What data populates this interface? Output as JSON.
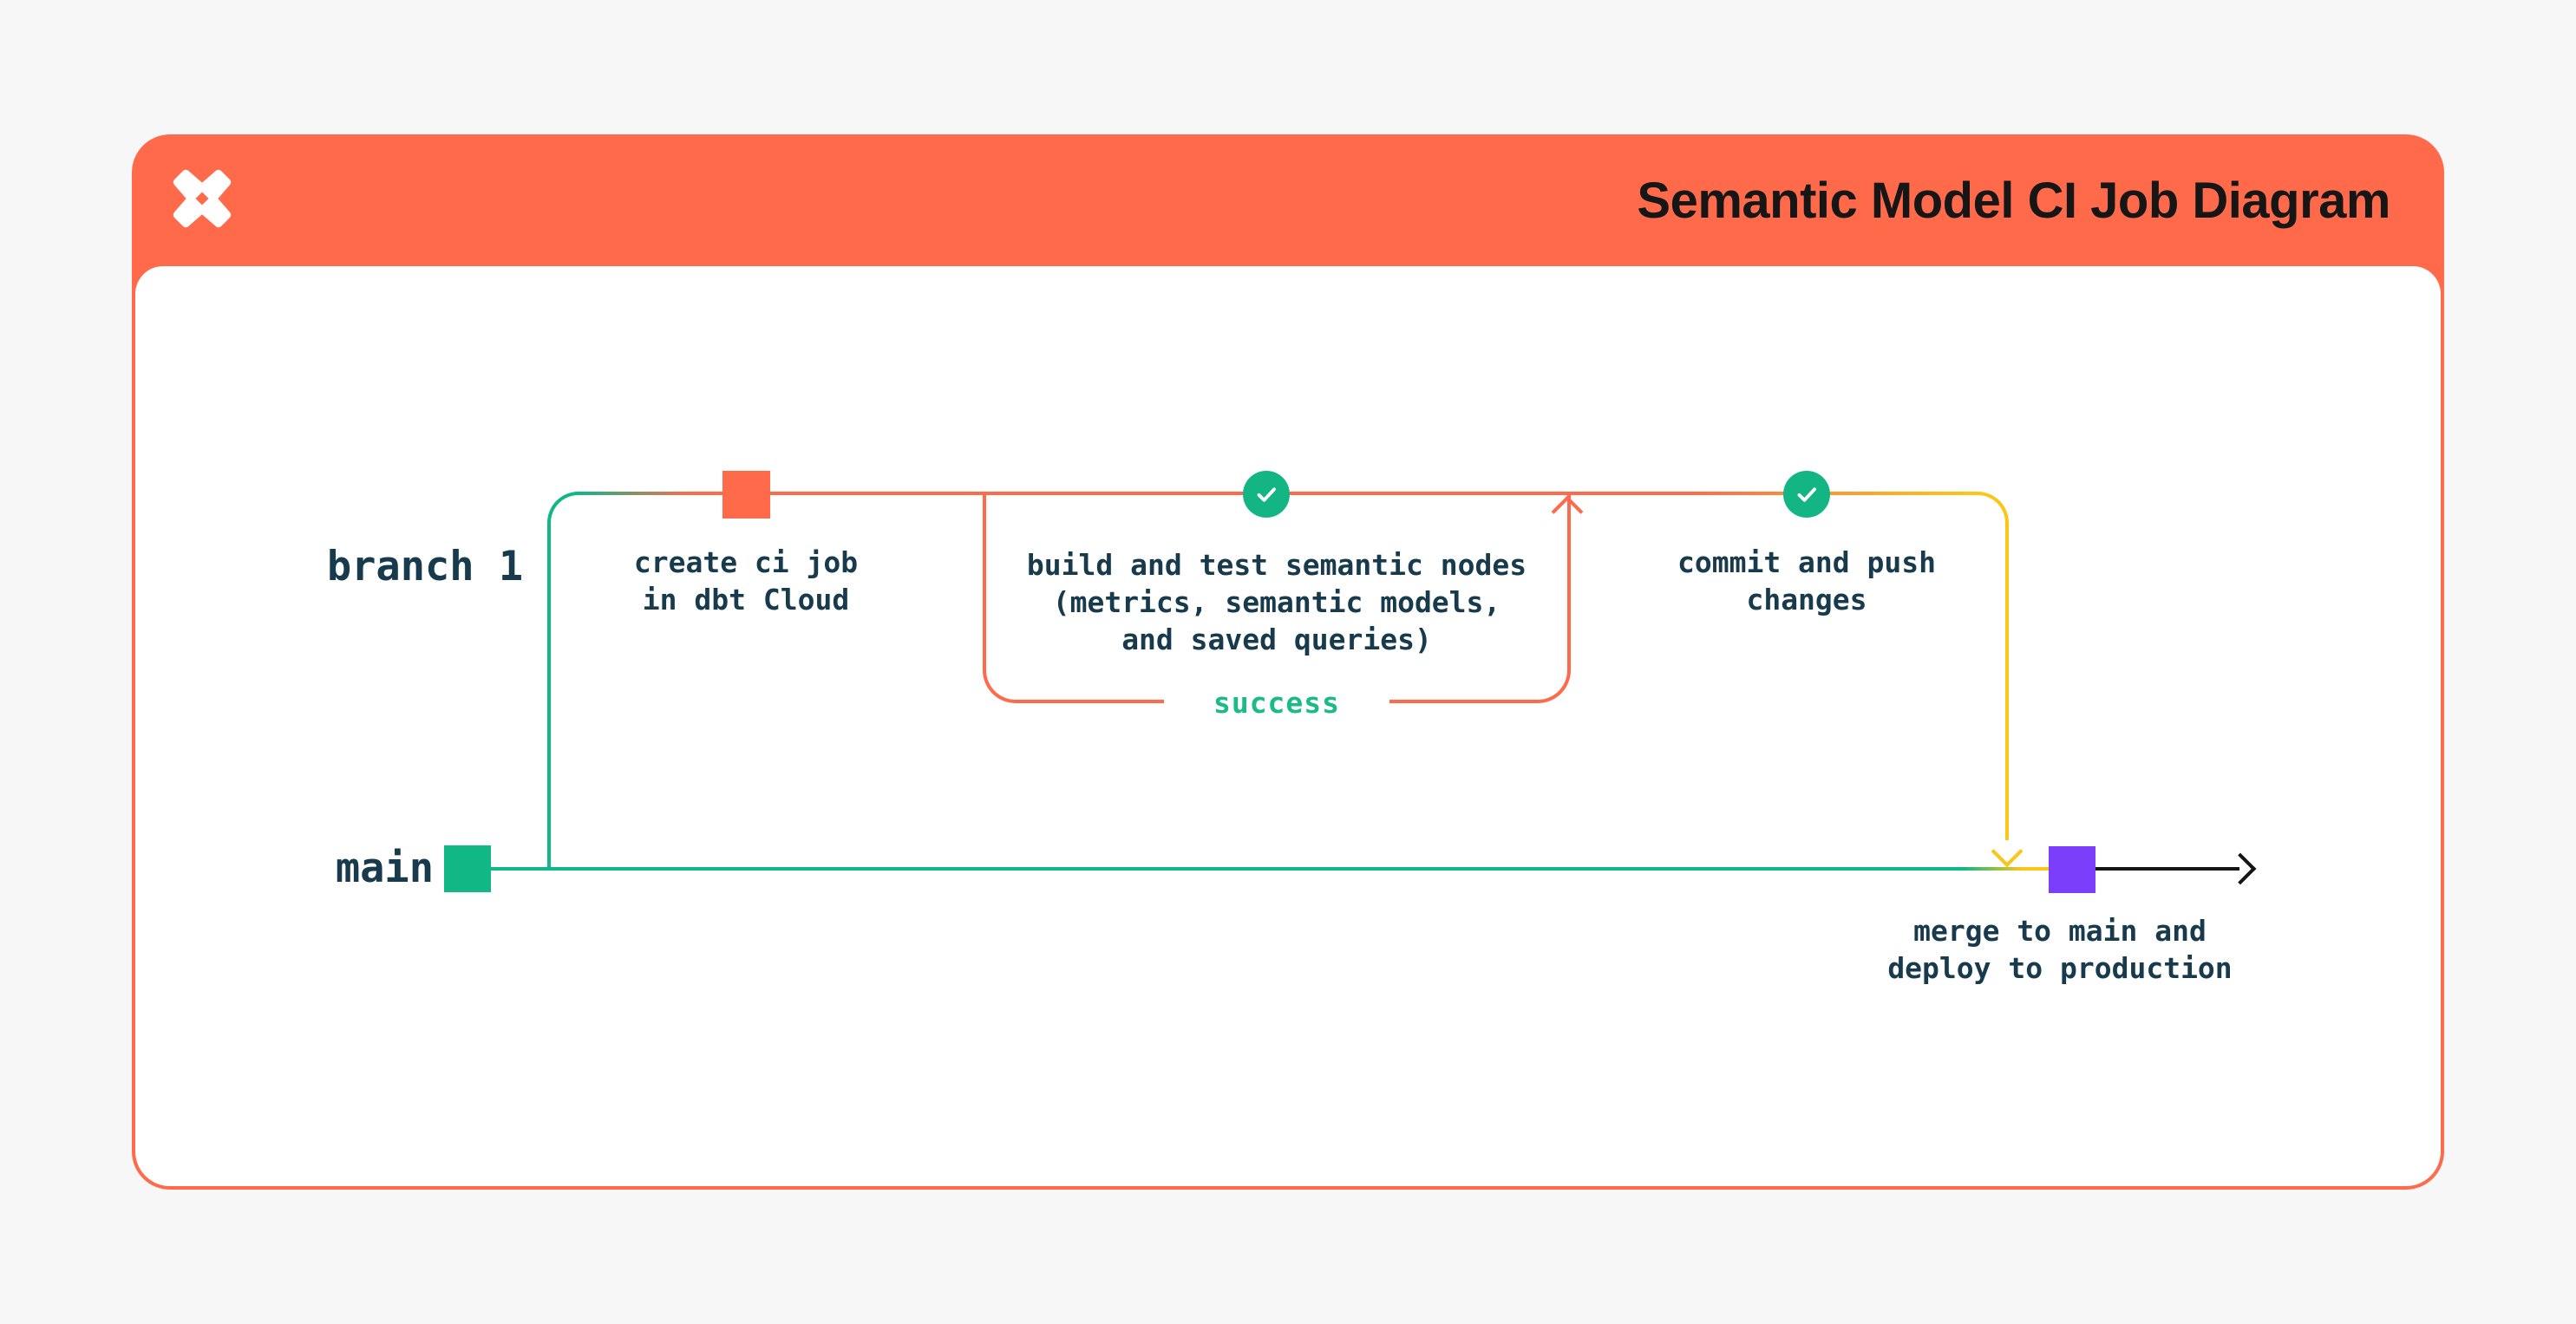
{
  "header": {
    "title": "Semantic Model CI Job Diagram",
    "logo": "dbt-logo"
  },
  "lanes": {
    "branch_label": "branch 1",
    "main_label": "main"
  },
  "nodes": {
    "create_ci": {
      "line1": "create ci job",
      "line2": "in dbt Cloud"
    },
    "build_test": {
      "line1": "build and test semantic nodes",
      "line2": "(metrics, semantic models,",
      "line3": "and saved queries)"
    },
    "commit_push": {
      "line1": "commit and push",
      "line2": "changes"
    },
    "merge_deploy": {
      "line1": "merge to main and",
      "line2": "deploy to production"
    },
    "loop_label": "success"
  },
  "colors": {
    "header_orange": "#FF6A4A",
    "line_green": "#11B784",
    "line_orange": "#FF6A4A",
    "line_yellow": "#FDC617",
    "circle_green": "#12B583",
    "node_purple": "#7B3EFA",
    "success_green": "#1CBA89",
    "text_dark": "#173A4D",
    "title_color": "#161616",
    "page_bg": "#F7F7F8",
    "card_bg": "#FFFFFF",
    "arrow_black": "#151515"
  }
}
